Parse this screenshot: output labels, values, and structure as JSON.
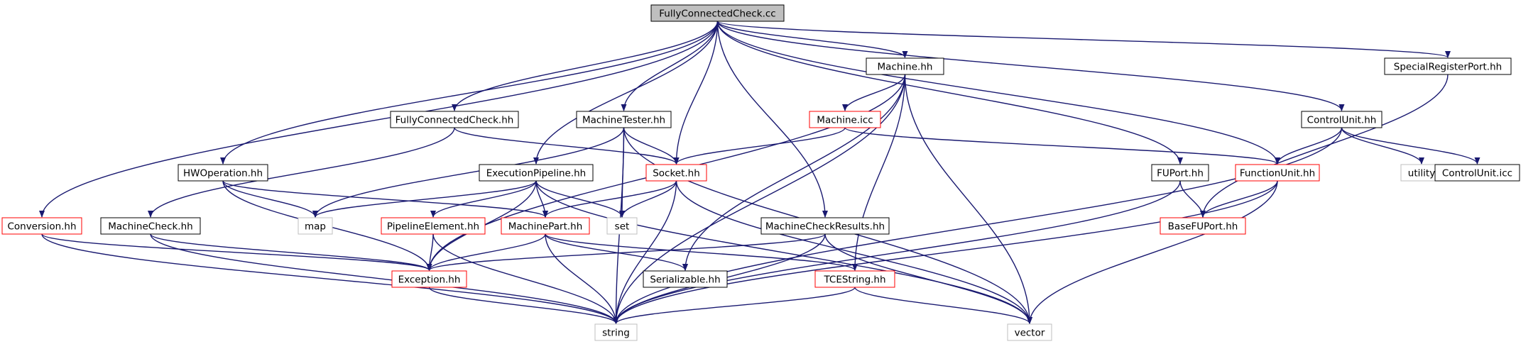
{
  "nodes": [
    {
      "id": "root",
      "label": "FullyConnectedCheck.cc",
      "style": "root"
    },
    {
      "id": "machine_hh",
      "label": "Machine.hh",
      "style": "black"
    },
    {
      "id": "srp_hh",
      "label": "SpecialRegisterPort.hh",
      "style": "black"
    },
    {
      "id": "fcc_hh",
      "label": "FullyConnectedCheck.hh",
      "style": "black"
    },
    {
      "id": "tester_hh",
      "label": "MachineTester.hh",
      "style": "black"
    },
    {
      "id": "machine_icc",
      "label": "Machine.icc",
      "style": "red"
    },
    {
      "id": "cu_hh",
      "label": "ControlUnit.hh",
      "style": "black"
    },
    {
      "id": "hwop_hh",
      "label": "HWOperation.hh",
      "style": "black"
    },
    {
      "id": "exec_hh",
      "label": "ExecutionPipeline.hh",
      "style": "black"
    },
    {
      "id": "socket_hh",
      "label": "Socket.hh",
      "style": "red"
    },
    {
      "id": "fuport_hh",
      "label": "FUPort.hh",
      "style": "black"
    },
    {
      "id": "fu_hh",
      "label": "FunctionUnit.hh",
      "style": "red"
    },
    {
      "id": "utility",
      "label": "utility",
      "style": "gray"
    },
    {
      "id": "cu_icc",
      "label": "ControlUnit.icc",
      "style": "black"
    },
    {
      "id": "conv_hh",
      "label": "Conversion.hh",
      "style": "red"
    },
    {
      "id": "mcheck_hh",
      "label": "MachineCheck.hh",
      "style": "black"
    },
    {
      "id": "map",
      "label": "map",
      "style": "gray"
    },
    {
      "id": "pipe_hh",
      "label": "PipelineElement.hh",
      "style": "red"
    },
    {
      "id": "mpart_hh",
      "label": "MachinePart.hh",
      "style": "red"
    },
    {
      "id": "set",
      "label": "set",
      "style": "gray"
    },
    {
      "id": "mcr_hh",
      "label": "MachineCheckResults.hh",
      "style": "black"
    },
    {
      "id": "basefu_hh",
      "label": "BaseFUPort.hh",
      "style": "red"
    },
    {
      "id": "exc_hh",
      "label": "Exception.hh",
      "style": "red"
    },
    {
      "id": "ser_hh",
      "label": "Serializable.hh",
      "style": "black"
    },
    {
      "id": "tces_hh",
      "label": "TCEString.hh",
      "style": "red"
    },
    {
      "id": "string",
      "label": "string",
      "style": "gray"
    },
    {
      "id": "vector",
      "label": "vector",
      "style": "gray"
    }
  ],
  "edges": [
    [
      "root",
      "machine_hh"
    ],
    [
      "root",
      "srp_hh"
    ],
    [
      "root",
      "fcc_hh"
    ],
    [
      "root",
      "tester_hh"
    ],
    [
      "root",
      "cu_hh"
    ],
    [
      "root",
      "hwop_hh"
    ],
    [
      "root",
      "exec_hh"
    ],
    [
      "root",
      "socket_hh"
    ],
    [
      "root",
      "fuport_hh"
    ],
    [
      "root",
      "fu_hh"
    ],
    [
      "root",
      "conv_hh"
    ],
    [
      "root",
      "mcr_hh"
    ],
    [
      "machine_hh",
      "machine_icc"
    ],
    [
      "machine_hh",
      "exc_hh"
    ],
    [
      "machine_hh",
      "ser_hh"
    ],
    [
      "machine_hh",
      "tces_hh"
    ],
    [
      "machine_hh",
      "string"
    ],
    [
      "machine_hh",
      "vector"
    ],
    [
      "srp_hh",
      "basefu_hh"
    ],
    [
      "fcc_hh",
      "mcheck_hh"
    ],
    [
      "fcc_hh",
      "socket_hh"
    ],
    [
      "tester_hh",
      "socket_hh"
    ],
    [
      "tester_hh",
      "set"
    ],
    [
      "tester_hh",
      "map"
    ],
    [
      "tester_hh",
      "string"
    ],
    [
      "tester_hh",
      "vector"
    ],
    [
      "machine_icc",
      "socket_hh"
    ],
    [
      "machine_icc",
      "fu_hh"
    ],
    [
      "cu_hh",
      "fu_hh"
    ],
    [
      "cu_hh",
      "utility"
    ],
    [
      "cu_hh",
      "cu_icc"
    ],
    [
      "cu_hh",
      "string"
    ],
    [
      "hwop_hh",
      "map"
    ],
    [
      "hwop_hh",
      "mpart_hh"
    ],
    [
      "hwop_hh",
      "exc_hh"
    ],
    [
      "exec_hh",
      "map"
    ],
    [
      "exec_hh",
      "pipe_hh"
    ],
    [
      "exec_hh",
      "mpart_hh"
    ],
    [
      "exec_hh",
      "set"
    ],
    [
      "exec_hh",
      "exc_hh"
    ],
    [
      "exec_hh",
      "vector"
    ],
    [
      "socket_hh",
      "mpart_hh"
    ],
    [
      "socket_hh",
      "set"
    ],
    [
      "socket_hh",
      "string"
    ],
    [
      "socket_hh",
      "vector"
    ],
    [
      "fuport_hh",
      "basefu_hh"
    ],
    [
      "fuport_hh",
      "string"
    ],
    [
      "fu_hh",
      "basefu_hh"
    ],
    [
      "fu_hh",
      "string"
    ],
    [
      "fu_hh",
      "vector"
    ],
    [
      "conv_hh",
      "exc_hh"
    ],
    [
      "conv_hh",
      "string"
    ],
    [
      "mcheck_hh",
      "exc_hh"
    ],
    [
      "mcheck_hh",
      "string"
    ],
    [
      "pipe_hh",
      "exc_hh"
    ],
    [
      "pipe_hh",
      "string"
    ],
    [
      "mpart_hh",
      "exc_hh"
    ],
    [
      "mpart_hh",
      "ser_hh"
    ],
    [
      "mpart_hh",
      "tces_hh"
    ],
    [
      "mpart_hh",
      "string"
    ],
    [
      "mcr_hh",
      "exc_hh"
    ],
    [
      "mcr_hh",
      "string"
    ],
    [
      "mcr_hh",
      "vector"
    ],
    [
      "exc_hh",
      "string"
    ],
    [
      "tces_hh",
      "string"
    ],
    [
      "tces_hh",
      "vector"
    ]
  ],
  "colors": {
    "edge": "#191970",
    "root_fill": "#bfbfbf",
    "black_stroke": "#000000",
    "red_stroke": "#ff0000",
    "gray_stroke": "#bfbfbf",
    "label": "#000000"
  }
}
